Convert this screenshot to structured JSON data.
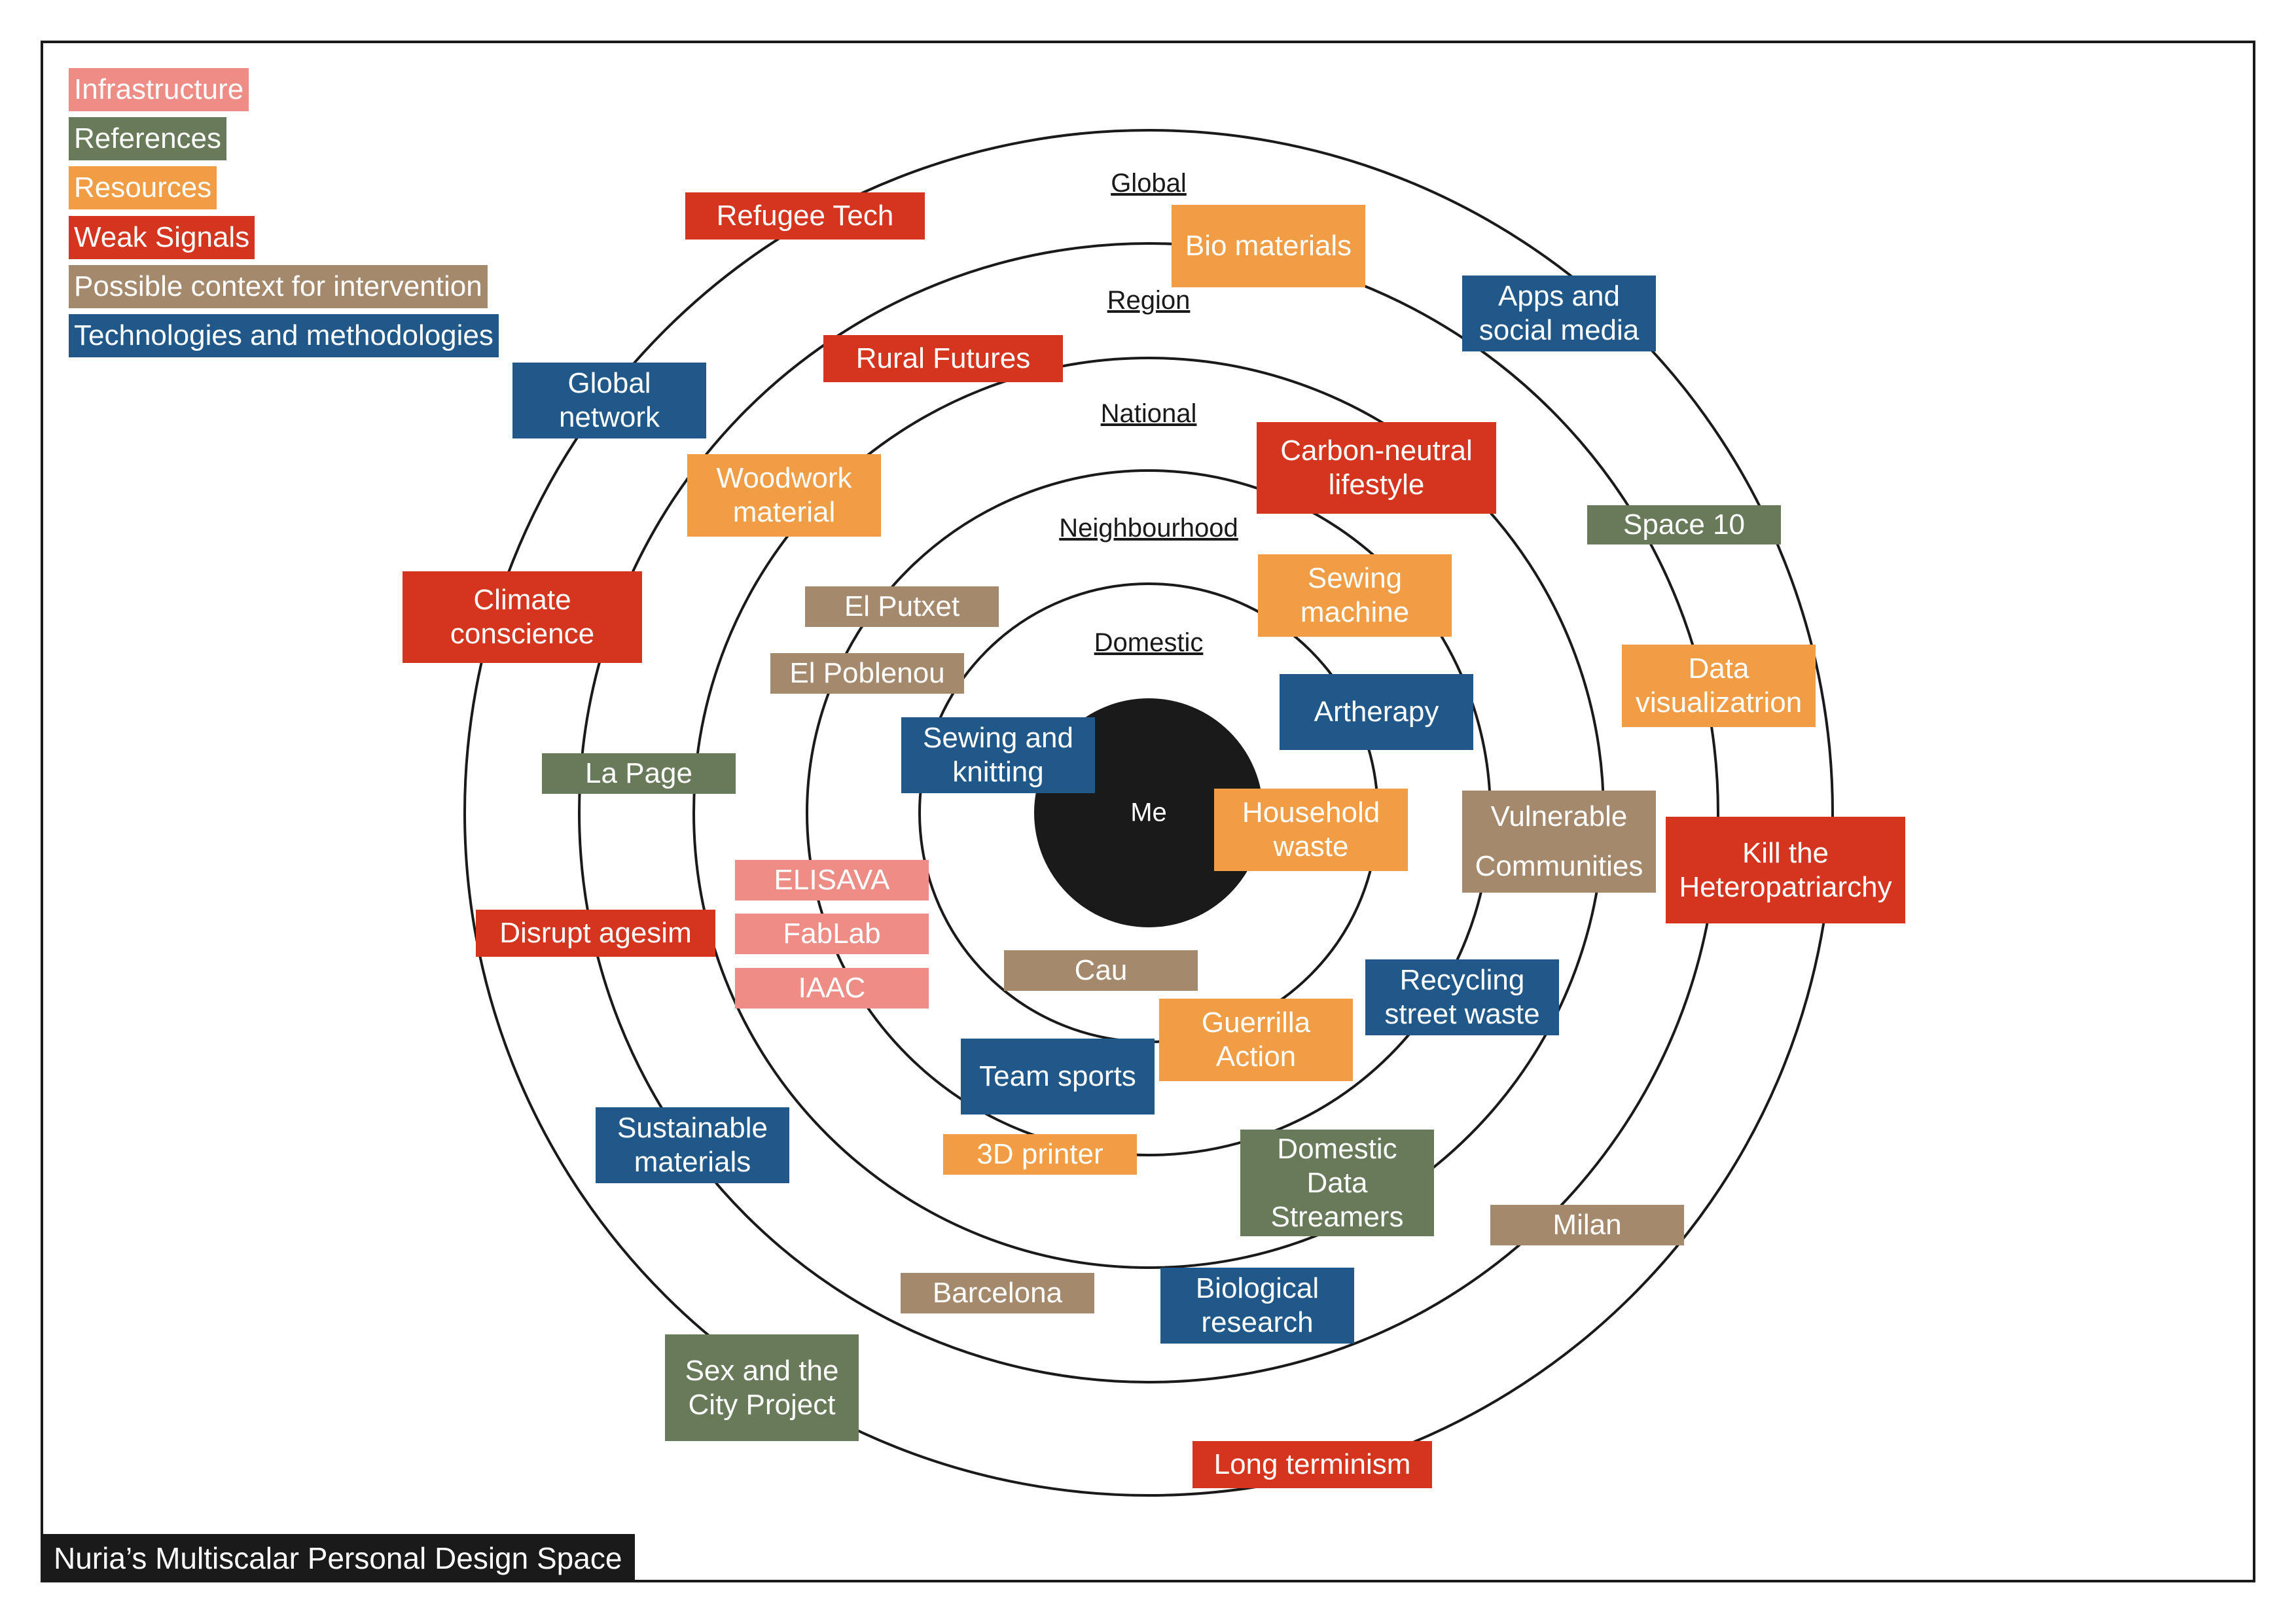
{
  "colors": {
    "infrastructure": "#ee8c86",
    "references": "#697a5a",
    "resources": "#f19d45",
    "weak_signals": "#d5351e",
    "context": "#a5896c",
    "technologies": "#21588a",
    "ink": "#1a1a1a"
  },
  "legend": [
    {
      "label": "Infrastructure",
      "category": "infrastructure"
    },
    {
      "label": "References",
      "category": "references"
    },
    {
      "label": "Resources",
      "category": "resources"
    },
    {
      "label": "Weak Signals",
      "category": "weak_signals"
    },
    {
      "label": "Possible context for intervention",
      "category": "context"
    },
    {
      "label": "Technologies and methodologies",
      "category": "technologies"
    }
  ],
  "rings": {
    "global": "Global",
    "region": "Region",
    "national": "National",
    "neighbourhood": "Neighbourhood",
    "domestic": "Domestic"
  },
  "center": "Me",
  "footer": "Nuria’s Multiscalar Personal Design Space",
  "tags": {
    "refugee_tech": "Refugee Tech",
    "bio_materials": "Bio materials",
    "apps_social_media": "Apps and\nsocial media",
    "global_network": "Global\nnetwork",
    "rural_futures": "Rural Futures",
    "carbon_neutral": "Carbon-neutral\nlifestyle",
    "woodwork_material": "Woodwork\nmaterial",
    "space_10": "Space 10",
    "climate_conscience": "Climate\nconscience",
    "el_putxet": "El Putxet",
    "sewing_machine": "Sewing\nmachine",
    "data_visualization": "Data\nvisualizatrion",
    "el_poblenou": "El Poblenou",
    "artherapy": "Artherapy",
    "sewing_knitting": "Sewing and\nknitting",
    "la_page": "La Page",
    "household_waste": "Household\nwaste",
    "vulnerable_communities": "Vulnerable\n\nCommunities",
    "kill_heteropatriarchy": "Kill the\nHeteropatriarchy",
    "elisava": "ELISAVA",
    "fablab": "FabLab",
    "disrupt_agesim": "Disrupt agesim",
    "cau": "Cau",
    "iaac": "IAAC",
    "recycling_street_waste": "Recycling\nstreet waste",
    "guerrilla_action": "Guerrilla\nAction",
    "team_sports": "Team sports",
    "sustainable_materials": "Sustainable\nmaterials",
    "printer_3d": "3D printer",
    "domestic_data_streamers": "Domestic\nData\nStreamers",
    "milan": "Milan",
    "barcelona": "Barcelona",
    "biological_research": "Biological\nresearch",
    "sex_city_project": "Sex and the\nCity Project",
    "long_terminism": "Long terminism"
  },
  "tag_categories": {
    "refugee_tech": "weak_signals",
    "bio_materials": "resources",
    "apps_social_media": "technologies",
    "global_network": "technologies",
    "rural_futures": "weak_signals",
    "carbon_neutral": "weak_signals",
    "woodwork_material": "resources",
    "space_10": "references",
    "climate_conscience": "weak_signals",
    "el_putxet": "context",
    "sewing_machine": "resources",
    "data_visualization": "resources",
    "el_poblenou": "context",
    "artherapy": "technologies",
    "sewing_knitting": "technologies",
    "la_page": "references",
    "household_waste": "resources",
    "vulnerable_communities": "context",
    "kill_heteropatriarchy": "weak_signals",
    "elisava": "infrastructure",
    "fablab": "infrastructure",
    "disrupt_agesim": "weak_signals",
    "cau": "context",
    "iaac": "infrastructure",
    "recycling_street_waste": "technologies",
    "guerrilla_action": "resources",
    "team_sports": "technologies",
    "sustainable_materials": "technologies",
    "printer_3d": "resources",
    "domestic_data_streamers": "references",
    "milan": "context",
    "barcelona": "context",
    "biological_research": "technologies",
    "sex_city_project": "references",
    "long_terminism": "weak_signals"
  }
}
